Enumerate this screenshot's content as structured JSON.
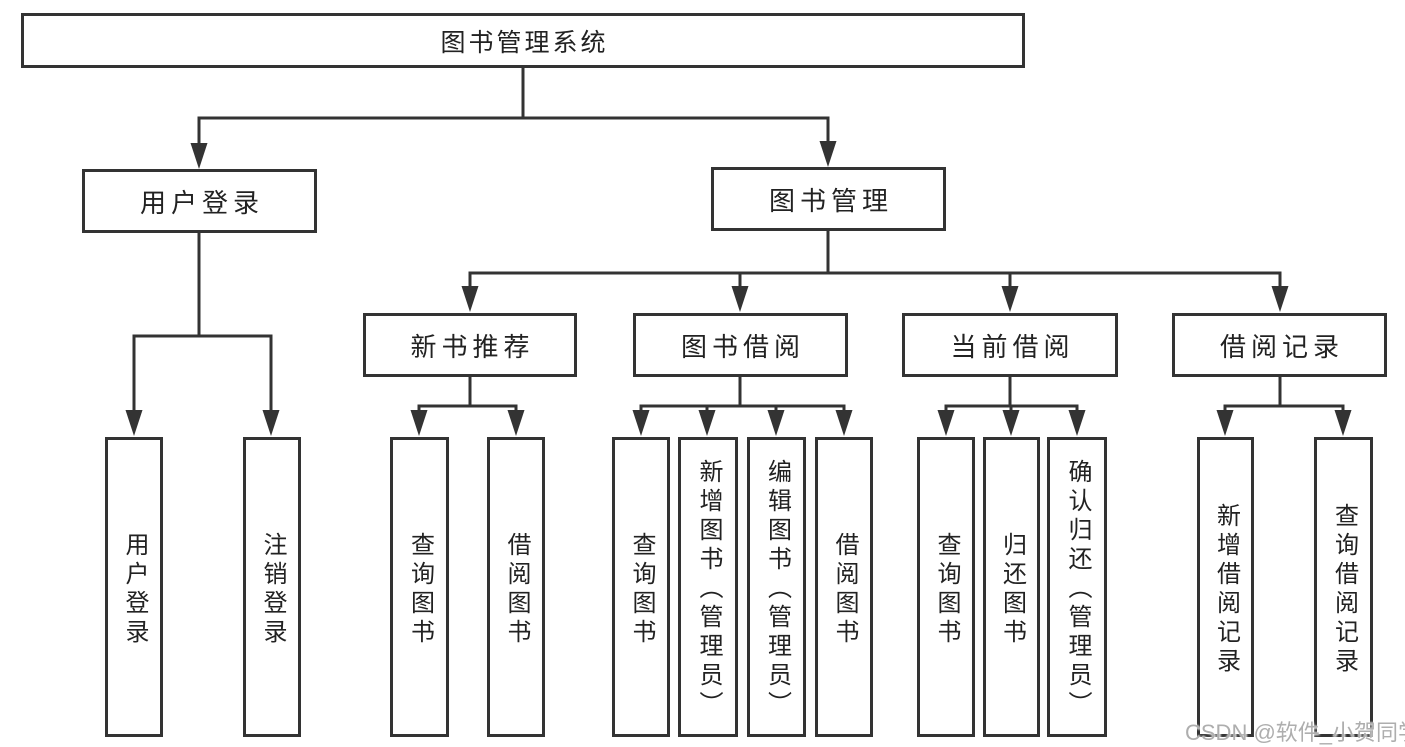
{
  "diagram": {
    "title": "图书管理系统",
    "watermark": "CSDN @软件_小贺同学",
    "colors": {
      "line": "#333333",
      "text": "#222222",
      "box_bg": "#ffffff",
      "watermark": "#aeaeae"
    },
    "nodes": {
      "root": {
        "label": "图书管理系统"
      },
      "user_login": {
        "label": "用户登录"
      },
      "book_mgmt": {
        "label": "图书管理"
      },
      "login": {
        "label": "用户登录"
      },
      "logout": {
        "label": "注销登录"
      },
      "new_book_rec": {
        "label": "新书推荐"
      },
      "book_borrow": {
        "label": "图书借阅"
      },
      "current_borrow": {
        "label": "当前借阅"
      },
      "borrow_records": {
        "label": "借阅记录"
      },
      "rec_query": {
        "label": "查询图书"
      },
      "rec_borrow": {
        "label": "借阅图书"
      },
      "bb_query": {
        "label": "查询图书"
      },
      "bb_add": {
        "label": "新增图书（管理员）"
      },
      "bb_edit": {
        "label": "编辑图书（管理员）"
      },
      "bb_borrow": {
        "label": "借阅图书"
      },
      "cb_query": {
        "label": "查询图书"
      },
      "cb_return": {
        "label": "归还图书"
      },
      "cb_confirm": {
        "label": "确认归还（管理员）"
      },
      "br_add": {
        "label": "新增借阅记录"
      },
      "br_query": {
        "label": "查询借阅记录"
      }
    },
    "hierarchy": {
      "图书管理系统": [
        "用户登录",
        "图书管理"
      ],
      "用户登录": [
        "用户登录",
        "注销登录"
      ],
      "图书管理": [
        "新书推荐",
        "图书借阅",
        "当前借阅",
        "借阅记录"
      ],
      "新书推荐": [
        "查询图书",
        "借阅图书"
      ],
      "图书借阅": [
        "查询图书",
        "新增图书（管理员）",
        "编辑图书（管理员）",
        "借阅图书"
      ],
      "当前借阅": [
        "查询图书",
        "归还图书",
        "确认归还（管理员）"
      ],
      "借阅记录": [
        "新增借阅记录",
        "查询借阅记录"
      ]
    }
  }
}
